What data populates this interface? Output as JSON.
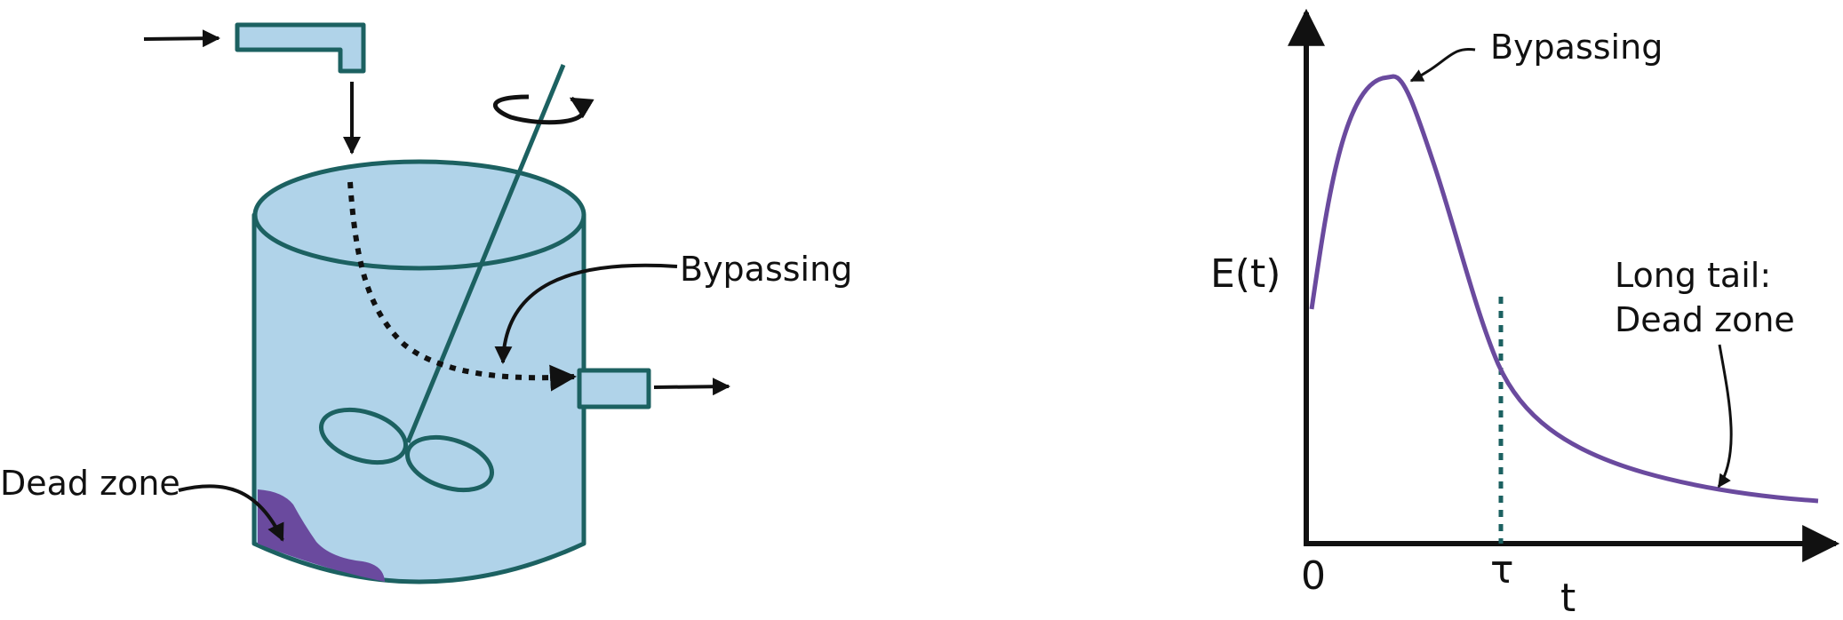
{
  "reactor": {
    "labels": {
      "bypassing": "Bypassing",
      "dead_zone": "Dead zone"
    },
    "colors": {
      "fluid": "#b0d3e9",
      "outline": "#1c6161",
      "dead_zone": "#6a4a9e",
      "arrow": "#111111"
    }
  },
  "rtd_plot": {
    "ylabel": "E(t)",
    "xlabel": "t",
    "tick_labels": {
      "origin": "0",
      "tau": "τ"
    },
    "annotations": {
      "bypassing": "Bypassing",
      "long_tail_line1": "Long tail:",
      "long_tail_line2": "Dead zone"
    },
    "colors": {
      "curve": "#6a4a9e",
      "tau_line": "#1c6161",
      "axes": "#111111"
    }
  }
}
